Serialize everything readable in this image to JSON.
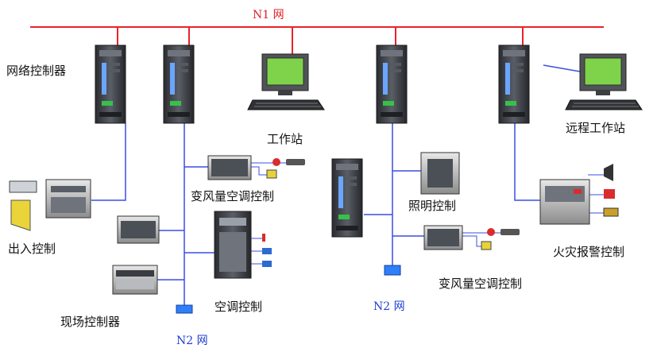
{
  "networks": {
    "n1": "N1 网",
    "n2_left": "N2 网",
    "n2_right": "N2 网"
  },
  "labels": {
    "network_controller": "网络控制器",
    "workstation": "工作站",
    "remote_workstation": "远程工作站",
    "access_control": "出入控制",
    "vav_control_left": "变风量空调控制",
    "vav_control_right": "变风量空调控制",
    "ac_control": "空调控制",
    "field_controller": "现场控制器",
    "lighting_control": "照明控制",
    "fire_alarm_control": "火灾报警控制"
  },
  "colors": {
    "n1_line": "#e8232b",
    "n2_line": "#3b4fe0",
    "server_body": "#3a3d42",
    "screen": "#7fd34a"
  }
}
